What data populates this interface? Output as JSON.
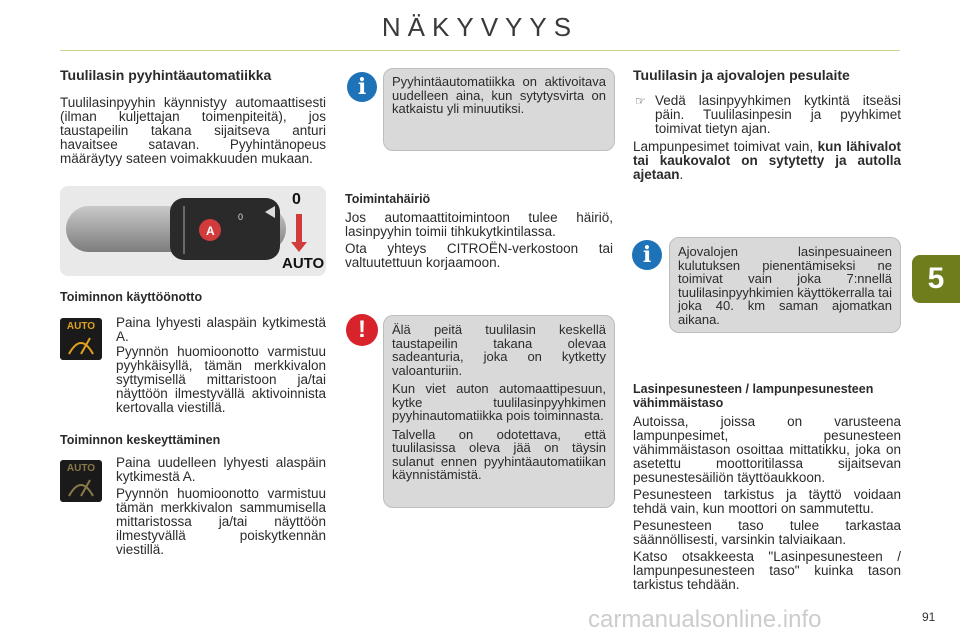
{
  "header": {
    "title": "NÄKYVYYS"
  },
  "chapter_tab": "5",
  "page_number": "91",
  "watermark": "carmanualsonline.info",
  "col1": {
    "heading": "Tuulilasin pyyhintäautomatiikka",
    "intro": "Tuulilasinpyyhin käynnistyy automaattisesti (ilman kuljettajan toimenpiteitä), jos taustapeilin takana sijaitseva antu­ri havaitsee satavan. Pyyhintänopeus määräytyy sateen voimakkuuden mu­kaan.",
    "stalk_labels": {
      "zero": "0",
      "auto": "AUTO",
      "a": "A"
    },
    "activation": {
      "heading": "Toiminnon käyttöönotto",
      "icon_label": "AUTO",
      "p1": "Paina lyhyesti alaspäin kytki­mestä A.",
      "p2": "Pyynnön huomioonotto varmis­tuu pyyhkäisyllä, tämän merkkivalon syttymisellä mittaristoon ja/tai näyttöön ilmestyvällä aktivoinnista kertovalla viestillä."
    },
    "deactivation": {
      "heading": "Toiminnon keskeyttäminen",
      "icon_label": "AUTO",
      "p1": "Paina uudelleen lyhyesti alas­päin kytkimestä A.",
      "p2": "Pyynnön huomioonotto varmis­tuu tämän merkkivalon sammumisella mittaristossa ja/tai näyttöön ilmestyvällä poiskytkennän viestillä."
    }
  },
  "col2": {
    "info_box": "Pyyhintäautomatiikka on aktivoitava uudelleen aina, kun sytytysvirta on katkaistu yli minuutiksi.",
    "malfunction": {
      "heading": "Toimintahäiriö",
      "p1": "Jos automaattitoimintoon tulee häiriö, lasinpyyhin toimii tihkukytkintilassa.",
      "p2": "Ota yhteys CITROËN-verkostoon tai valtuutettuun korjaamoon."
    },
    "warning_box": {
      "p1": "Älä peitä tuulilasin keskellä taustapeilin takana olevaa sadeanturia, joka on kytketty valoanturiin.",
      "p2": "Kun viet auton automaattipesuun, kytke tuulilasinpyyhkimen pyyhinautomatiikka pois toiminnasta.",
      "p3": "Talvella on odotettava, että tuulilasissa oleva jää on täysin sulanut ennen pyyhintäautomatiikan käynnistämistä."
    }
  },
  "col3": {
    "heading": "Tuulilasin ja ajovalojen pesulaite",
    "bullet": "Vedä lasinpyyhkimen kytkintä itseäsi päin. Tuulilasinpesin ja pyyhkimet toimivat tietyn ajan.",
    "lamp_text": "Lampunpesimet toimivat vain,",
    "lamp_bold": "kun lähivalot tai kaukovalot on sytytetty ja autolla ajetaan",
    "info_box": "Ajovalojen lasinpesuaineen kulutuksen pienentämiseksi ne toimivat vain joka 7:nnellä tuulilasinpyyhkimien käyttökerralla tai joka 40. km saman ajomatkan aikana.",
    "fluid": {
      "heading": "Lasinpesunesteen / lampunpesunesteen vähimmäistaso",
      "p1": "Autoissa, joissa on varusteena lampunpesimet, pesunesteen vähimmäistason osoittaa mittatikku, joka on asetettu moottoritilassa sijaitsevan pesunestesäiliön täyttöaukkoon.",
      "p2": "Pesunesteen tarkistus ja täyttö voidaan tehdä vain, kun moottori on sammutettu.",
      "p3": "Pesunesteen taso tulee tarkastaa säännöllisesti, varsinkin talviaikaan.",
      "p4": "Katso otsakkeesta \"Lasinpesunesteen / lampunpesunesteen taso\" kuinka tason tarkistus tehdään."
    }
  }
}
